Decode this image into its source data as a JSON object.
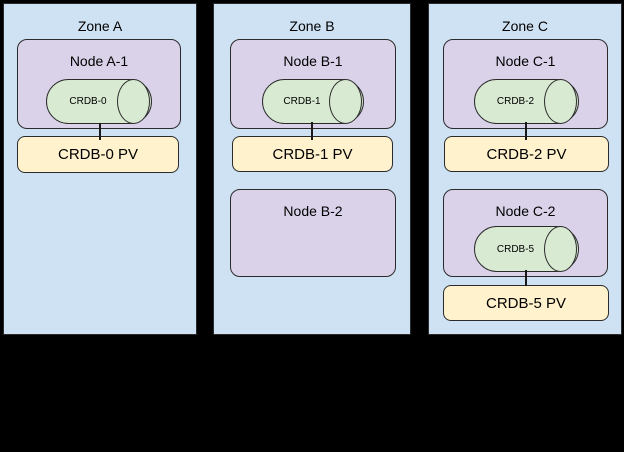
{
  "colors": {
    "background": "#000000",
    "zone_fill": "#cfe2f3",
    "node_fill": "#d9d2e9",
    "cylinder_fill": "#d9ead3",
    "pv_fill": "#fff2cc",
    "outline": "#2b2b2b",
    "text": "#000000"
  },
  "zones": [
    {
      "title": "Zone A",
      "nodes": [
        {
          "title": "Node A-1",
          "cylinder": "CRDB-0",
          "pv": "CRDB-0 PV"
        }
      ]
    },
    {
      "title": "Zone B",
      "nodes": [
        {
          "title": "Node B-1",
          "cylinder": "CRDB-1",
          "pv": "CRDB-1 PV"
        },
        {
          "title": "Node B-2"
        }
      ]
    },
    {
      "title": "Zone C",
      "nodes": [
        {
          "title": "Node C-1",
          "cylinder": "CRDB-2",
          "pv": "CRDB-2 PV"
        },
        {
          "title": "Node C-2",
          "cylinder": "CRDB-5",
          "pv": "CRDB-5 PV"
        }
      ]
    }
  ]
}
